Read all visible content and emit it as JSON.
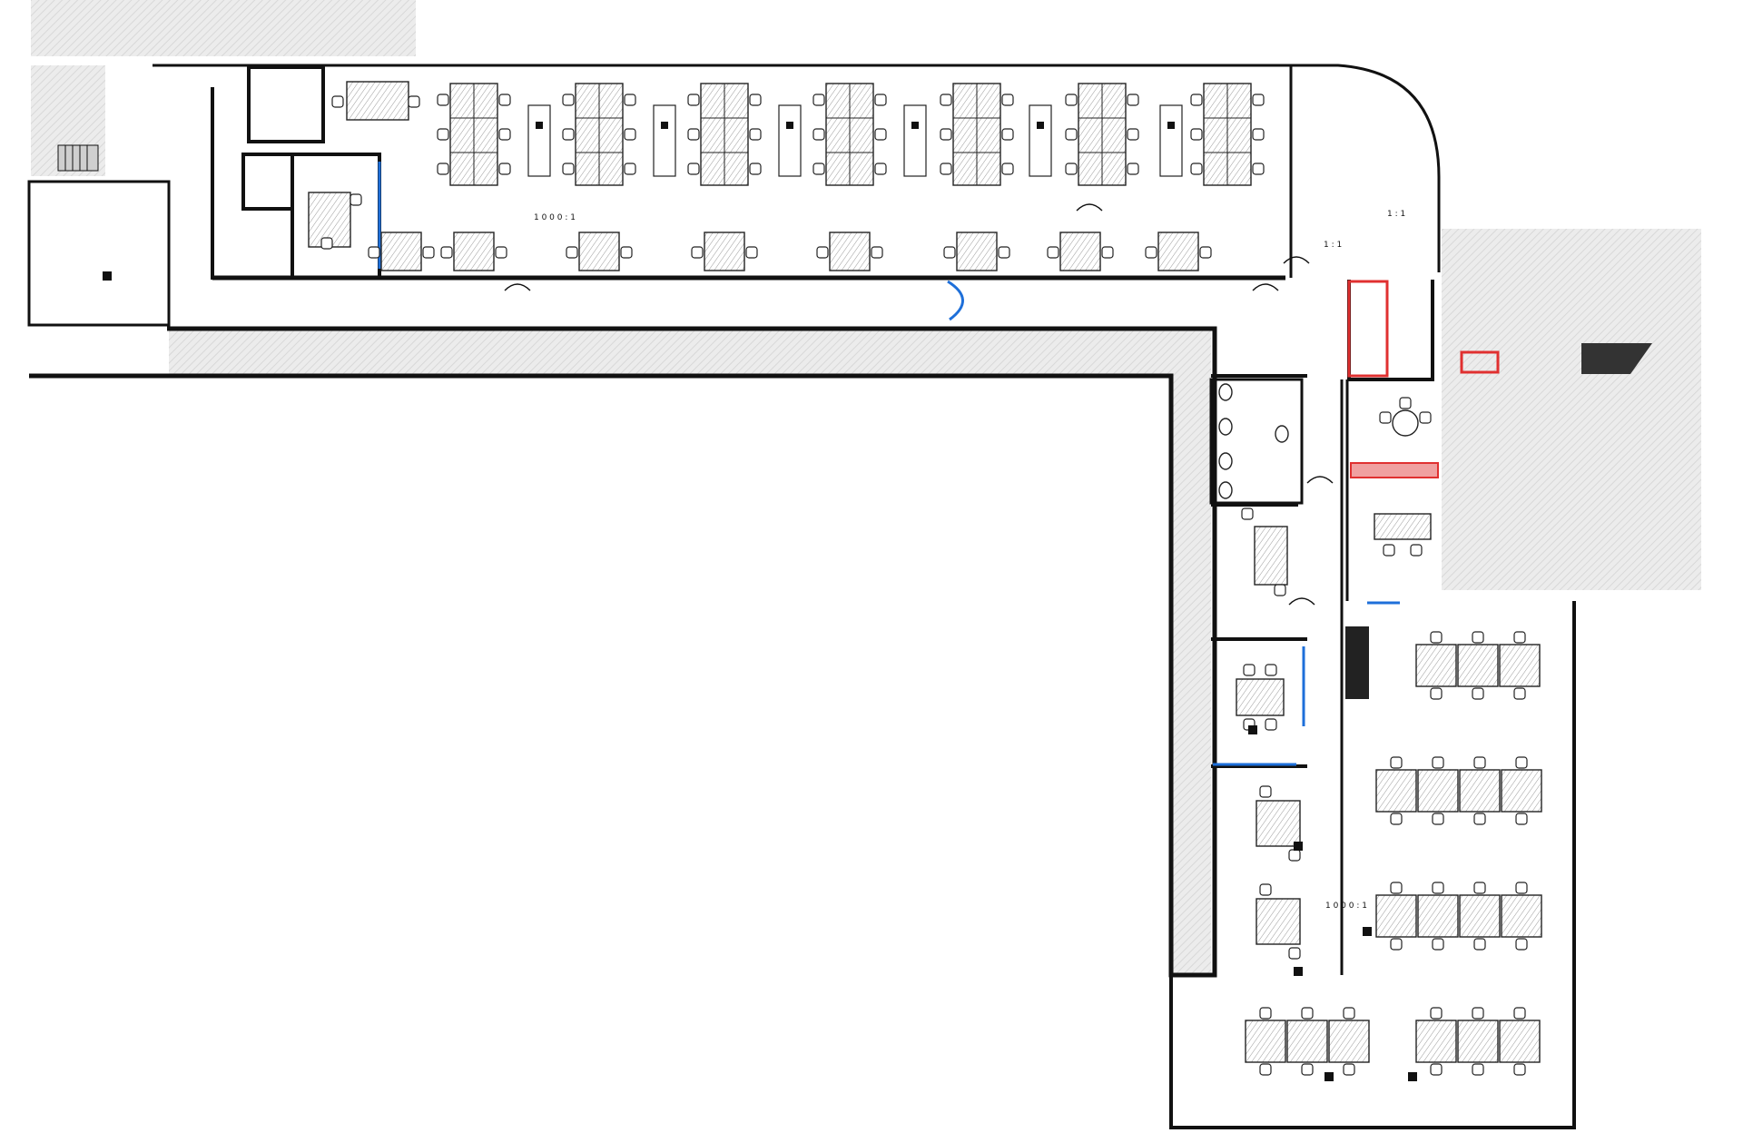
{
  "plan": {
    "colors": {
      "background": "#ffffff",
      "wall": "#111111",
      "hatch_fill": "#e6e6e6",
      "stair_fill": "#cfcfcf",
      "door_accent": "#1e6fd9",
      "highlight_red": "#e03030",
      "furniture_stroke": "#222222",
      "desk_hatch": "#9a9a9a"
    },
    "icons": {
      "door": "door-swing-icon",
      "stairs": "stairs-icon",
      "chair": "chair-icon",
      "desk": "desk-icon",
      "toilet": "toilet-icon",
      "column": "column-icon",
      "fire_exit": "fire-exit-icon"
    },
    "notes": {
      "top_room_note": "1 0 0 0 : 1",
      "east_room_note_a": "1 : 1",
      "east_room_note_b": "1 : 1",
      "south_zone_note": "1 0 0 0 : 1"
    }
  }
}
